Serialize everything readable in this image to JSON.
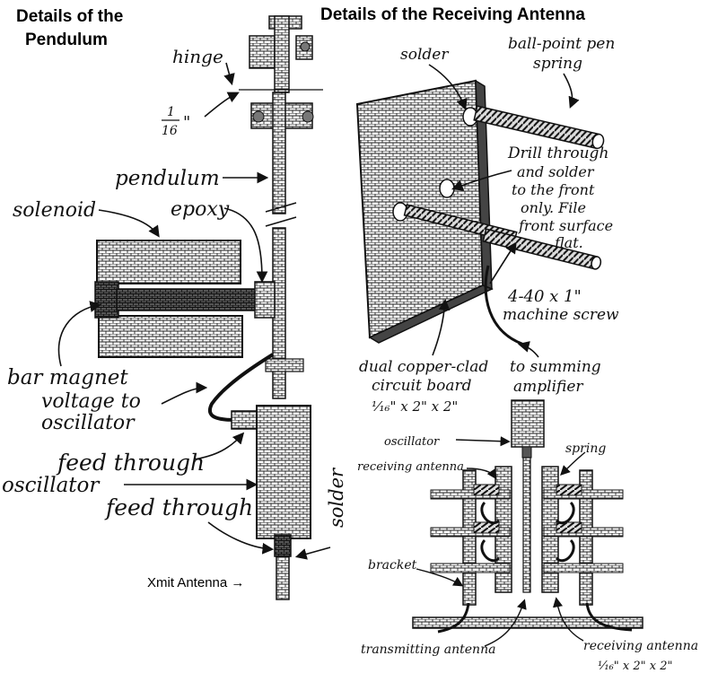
{
  "titles": {
    "pendulum_line1": "Details of the",
    "pendulum_line2": "Pendulum",
    "antenna": "Details of the Receiving Antenna"
  },
  "pendulum_labels": {
    "hinge": "hinge",
    "gap_num": "1",
    "gap_den": "16",
    "gap_unit": "\"",
    "pendulum": "pendulum",
    "solenoid": "solenoid",
    "epoxy": "epoxy",
    "bar_magnet": "bar magnet",
    "voltage_line1": "voltage to",
    "voltage_line2": "oscillator",
    "feed_through_1": "feed through",
    "oscillator": "oscillator",
    "feed_through_2": "feed through",
    "solder": "solder",
    "xmit_antenna": "Xmit Antenna →"
  },
  "antenna_labels": {
    "solder": "solder",
    "spring_line1": "ball-point pen",
    "spring_line2": "spring",
    "drill_1": "Drill through",
    "drill_2": "and solder",
    "drill_3": "to the front",
    "drill_4": "only. File",
    "drill_5": "front surface",
    "drill_6": "flat.",
    "screw_line1": "4-40 x 1\"",
    "screw_line2": "machine screw",
    "board_line1": "dual copper-clad",
    "board_line2": "circuit board",
    "board_line3": "¹⁄₁₆\" x 2\" x 2\"",
    "summing_line1": "to summing",
    "summing_line2": "amplifier"
  },
  "assembly_labels": {
    "oscillator": "oscillator",
    "receiving_antenna_top": "receiving antenna",
    "spring": "spring",
    "bracket": "bracket",
    "transmitting_antenna": "transmitting antenna",
    "receiving_antenna_bottom": "receiving antenna",
    "bottom_dims": "¹⁄₁₆\" x 2\" x 2\""
  }
}
